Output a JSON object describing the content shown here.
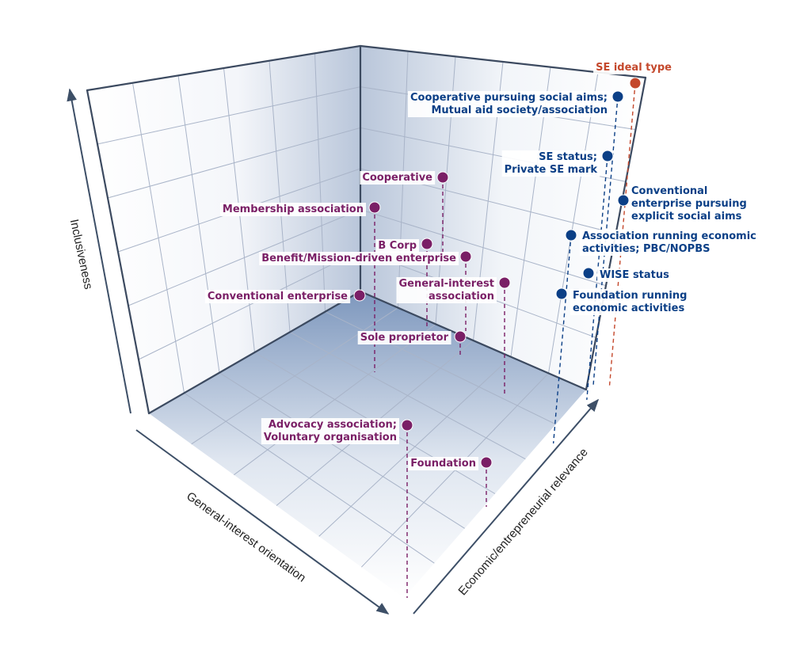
{
  "colors": {
    "purple": "#7a1f66",
    "blue": "#0b3f86",
    "orange": "#c4482c",
    "grid": "#a9b4c8",
    "frame": "#3c4a60",
    "axis": "#3d4f67"
  },
  "axes": {
    "inclusiveness": "Inclusiveness",
    "general_interest": "General-interest orientation",
    "economic": "Economic/entrepreneurial relevance"
  },
  "points": {
    "se_ideal": [
      "SE ideal type"
    ],
    "coop_social": [
      "Cooperative pursuing social aims;",
      "Mutual aid society/association"
    ],
    "se_status": [
      "SE status;",
      "Private SE mark"
    ],
    "conv_social": [
      "Conventional",
      "enterprise pursuing",
      "explicit social aims"
    ],
    "assoc_econ": [
      "Association running economic",
      "activities; PBC/NOPBS"
    ],
    "wise": [
      "WISE status"
    ],
    "foundation_econ": [
      "Foundation running",
      "economic activities"
    ],
    "cooperative": [
      "Cooperative"
    ],
    "membership": [
      "Membership association"
    ],
    "bcorp": [
      "B Corp"
    ],
    "benefit": [
      "Benefit/Mission-driven enterprise"
    ],
    "gi_assoc": [
      "General-interest",
      "association"
    ],
    "conventional": [
      "Conventional enterprise"
    ],
    "sole": [
      "Sole proprietor"
    ],
    "advocacy": [
      "Advocacy association;",
      "Voluntary organisation"
    ],
    "foundation": [
      "Foundation"
    ]
  }
}
